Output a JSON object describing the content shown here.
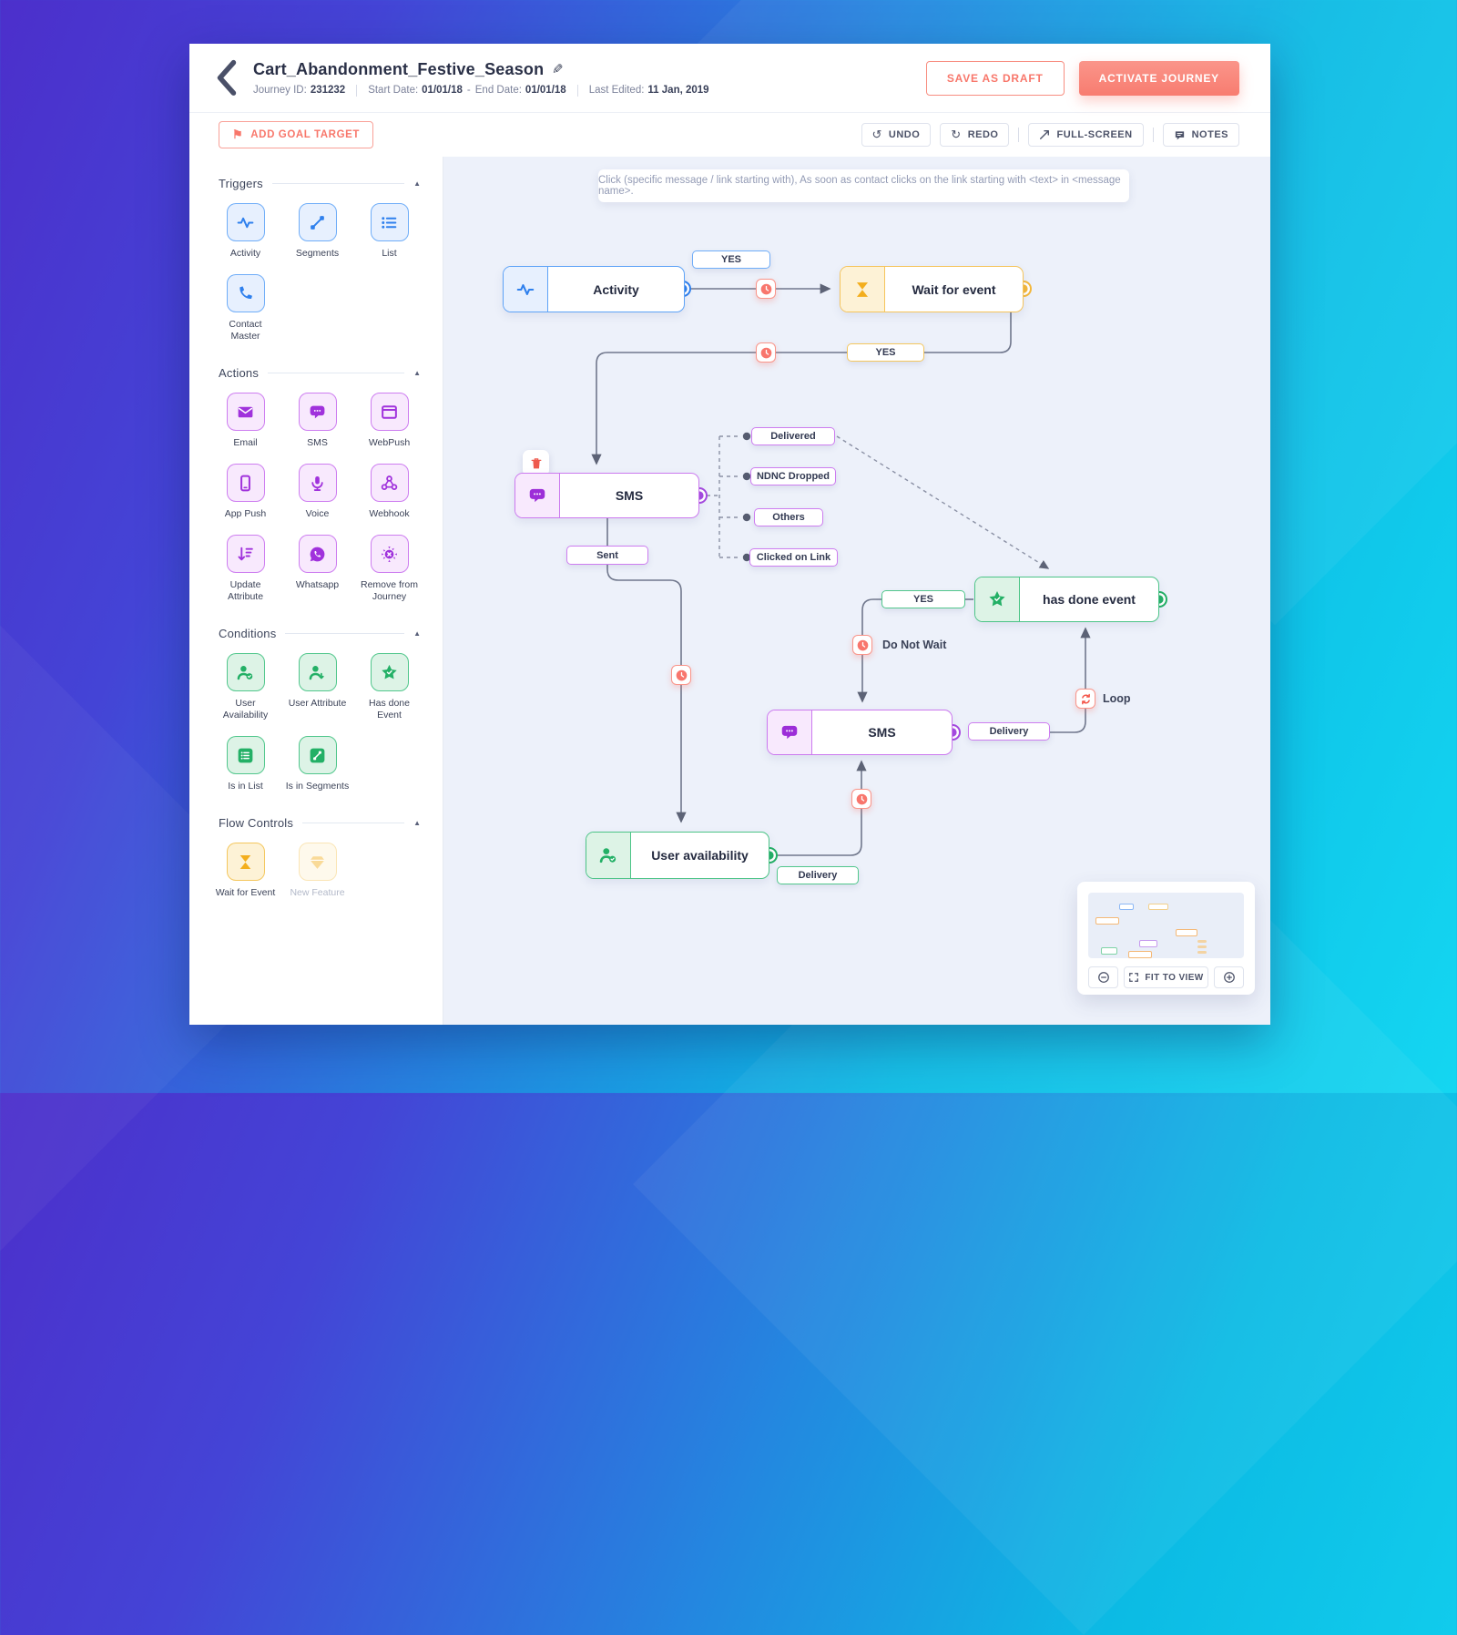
{
  "header": {
    "title": "Cart_Abandonment_Festive_Season",
    "journey_id_label": "Journey ID:",
    "journey_id": "231232",
    "start_date_label": "Start Date:",
    "start_date": "01/01/18",
    "dash": "-",
    "end_date_label": "End Date:",
    "end_date": "01/01/18",
    "last_edited_label": "Last Edited:",
    "last_edited": "11 Jan, 2019",
    "save_draft_label": "SAVE AS DRAFT",
    "activate_label": "ACTIVATE JOURNEY"
  },
  "toolbar": {
    "add_goal_label": "ADD GOAL TARGET",
    "undo_label": "UNDO",
    "redo_label": "REDO",
    "fullscreen_label": "FULL-SCREEN",
    "notes_label": "NOTES"
  },
  "sidebar": {
    "sections": [
      {
        "title": "Triggers",
        "items": [
          {
            "label": "Activity"
          },
          {
            "label": "Segments"
          },
          {
            "label": "List"
          },
          {
            "label": "Contact Master"
          }
        ]
      },
      {
        "title": "Actions",
        "items": [
          {
            "label": "Email"
          },
          {
            "label": "SMS"
          },
          {
            "label": "WebPush"
          },
          {
            "label": "App Push"
          },
          {
            "label": "Voice"
          },
          {
            "label": "Webhook"
          },
          {
            "label": "Update Attribute"
          },
          {
            "label": "Whatsapp"
          },
          {
            "label": "Remove from Journey"
          }
        ]
      },
      {
        "title": "Conditions",
        "items": [
          {
            "label": "User Availability"
          },
          {
            "label": "User Attribute"
          },
          {
            "label": "Has done Event"
          },
          {
            "label": "Is in List"
          },
          {
            "label": "Is in Segments"
          }
        ]
      },
      {
        "title": "Flow Controls",
        "items": [
          {
            "label": "Wait for Event"
          },
          {
            "label": "New Feature"
          }
        ]
      }
    ]
  },
  "canvas": {
    "tooltip": "Click (specific message / link starting with), As soon as contact clicks on the link starting with <text> in <message name>.",
    "nodes": {
      "activity": "Activity",
      "wait": "Wait for event",
      "sms1": "SMS",
      "has_done": "has done event",
      "sms2": "SMS",
      "user_avail": "User availability"
    },
    "labels": {
      "yes1": "YES",
      "yes2": "YES",
      "yes3": "YES",
      "delivered": "Delivered",
      "ndnc": "NDNC Dropped",
      "others": "Others",
      "clicked": "Clicked on Link",
      "sent": "Sent",
      "do_not_wait": "Do Not Wait",
      "loop": "Loop",
      "delivery1": "Delivery",
      "delivery2": "Delivery"
    },
    "minimap": {
      "fit_label": "FIT TO VIEW"
    }
  },
  "colors": {
    "accent_salmon": "#f8776b",
    "blue": "#2f80ed",
    "purple": "#a032dc",
    "green": "#23b066",
    "yellow": "#f3ae1d",
    "canvas_bg": "#edf1fa",
    "wire_gray": "#70778c"
  }
}
